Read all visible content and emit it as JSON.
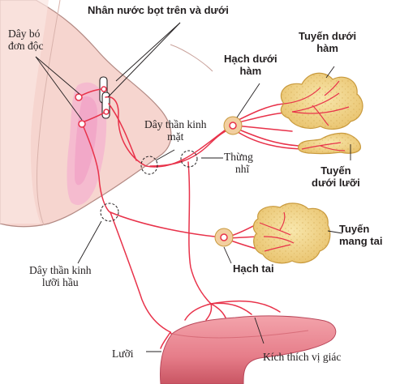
{
  "labels": {
    "top_title": "Nhân nước bọt trên và dưới",
    "single_tract_1": "Dây bó",
    "single_tract_2": "đơn độc",
    "facial_nerve_1": "Dây thần kinh",
    "facial_nerve_2": "mặt",
    "tympanic_1": "Thừng",
    "tympanic_2": "nhĩ",
    "submandibular_ganglion_1": "Hạch dưới",
    "submandibular_ganglion_2": "hàm",
    "submandibular_gland_1": "Tuyến dưới",
    "submandibular_gland_2": "hàm",
    "sublingual_gland_1": "Tuyến",
    "sublingual_gland_2": "dưới lưỡi",
    "parotid_gland_1": "Tuyến",
    "parotid_gland_2": "mang tai",
    "otic_ganglion": "Hạch tai",
    "glossopharyngeal_1": "Dây thần kinh",
    "glossopharyngeal_2": "lưỡi hầu",
    "tongue": "Lưỡi",
    "taste_stimulus": "Kích thích vị giác"
  },
  "colors": {
    "nerve": "#e8324a",
    "brainstem": "#f6d5cf",
    "brainstem_outline": "#b38a84",
    "nucleus_highlight": "#f4a6cf",
    "gland_fill": "#f3d98c",
    "gland_outline": "#c99a3d",
    "ganglion_fill": "#f2cfa0",
    "tongue": "#e8808a"
  }
}
